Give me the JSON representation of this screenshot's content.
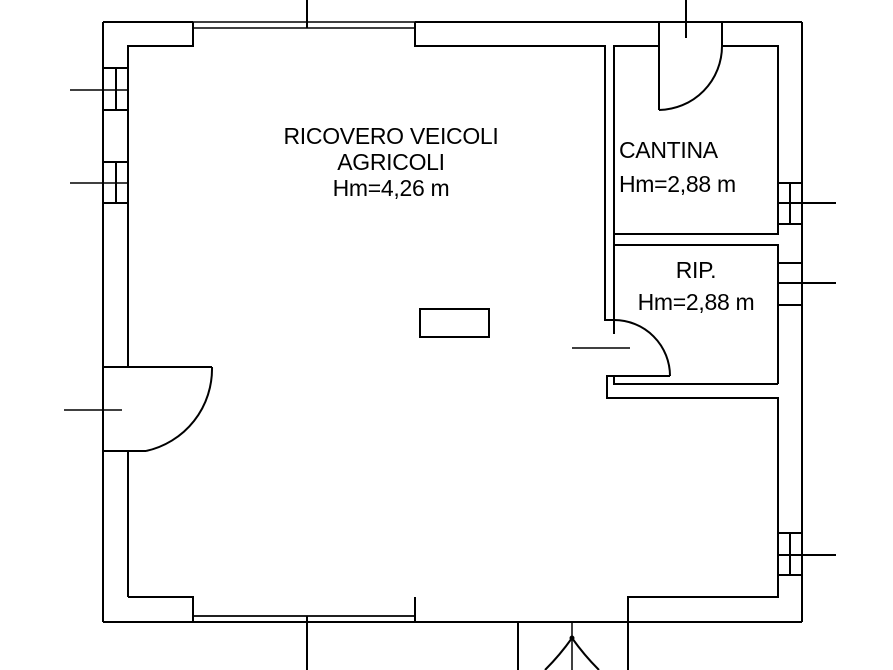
{
  "drawing": {
    "type": "floor-plan",
    "line_color": "#000000",
    "background": "#ffffff"
  },
  "rooms": [
    {
      "name": "RICOVERO VEICOLI AGRICOLI",
      "line1": "RICOVERO VEICOLI",
      "line2": "AGRICOLI",
      "height_label": "Hm=4,26 m"
    },
    {
      "name": "CANTINA",
      "line1": "CANTINA",
      "height_label": "Hm=2,88 m"
    },
    {
      "name": "RIP.",
      "line1": "RIP.",
      "height_label": "Hm=2,88 m"
    }
  ]
}
